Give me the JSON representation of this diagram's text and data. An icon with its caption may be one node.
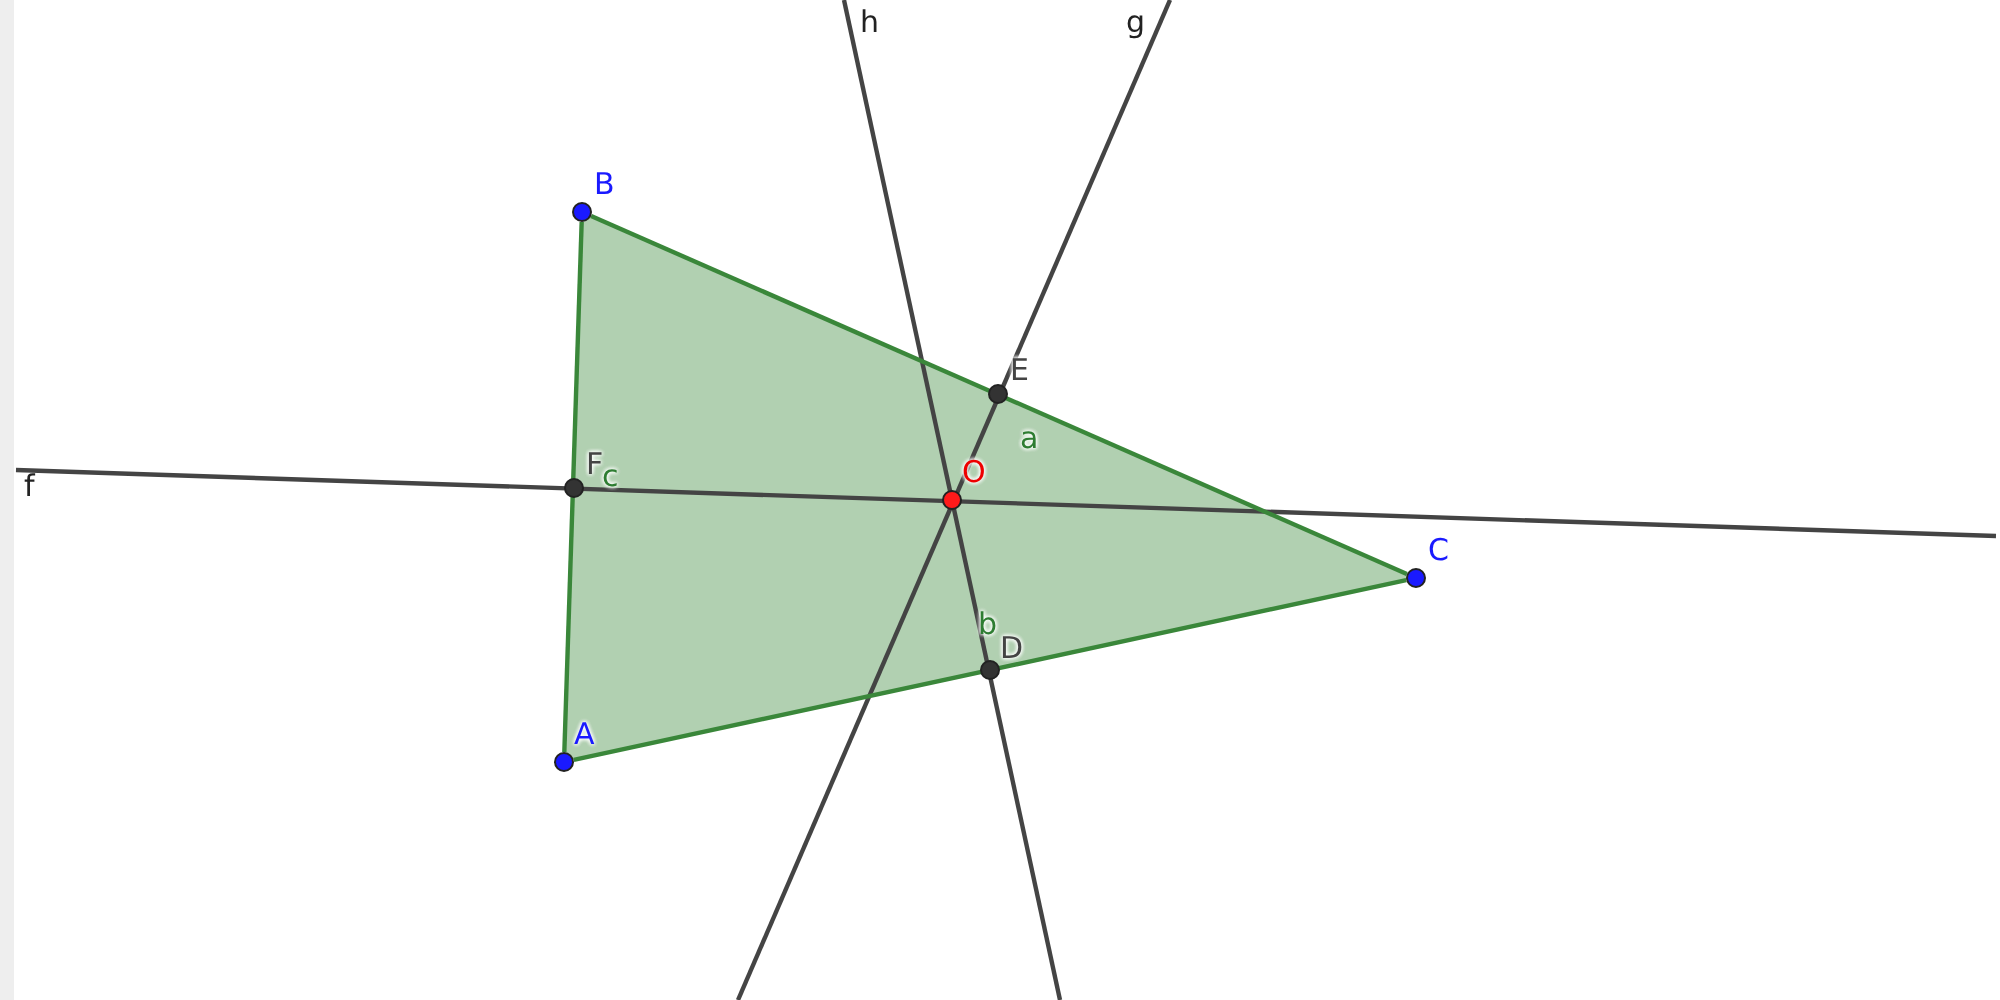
{
  "diagram": {
    "nodes": [
      {
        "text": [
          "B"
        ]
      },
      {
        "text": [
          "E"
        ]
      },
      {
        "text": [
          "F"
        ]
      },
      {
        "text": [
          "O"
        ]
      },
      {
        "text": [
          "C"
        ]
      },
      {
        "text": [
          "D"
        ]
      },
      {
        "text": [
          "A"
        ]
      }
    ],
    "edges": [
      {
        "from": 6,
        "to": 0,
        "arrow": "none",
        "label": "c"
      },
      {
        "from": 0,
        "to": 4,
        "arrow": "none",
        "label": "a"
      },
      {
        "from": 4,
        "to": 6,
        "arrow": "none",
        "label": "b"
      }
    ],
    "labels": [
      "h",
      "g",
      "f"
    ]
  }
}
